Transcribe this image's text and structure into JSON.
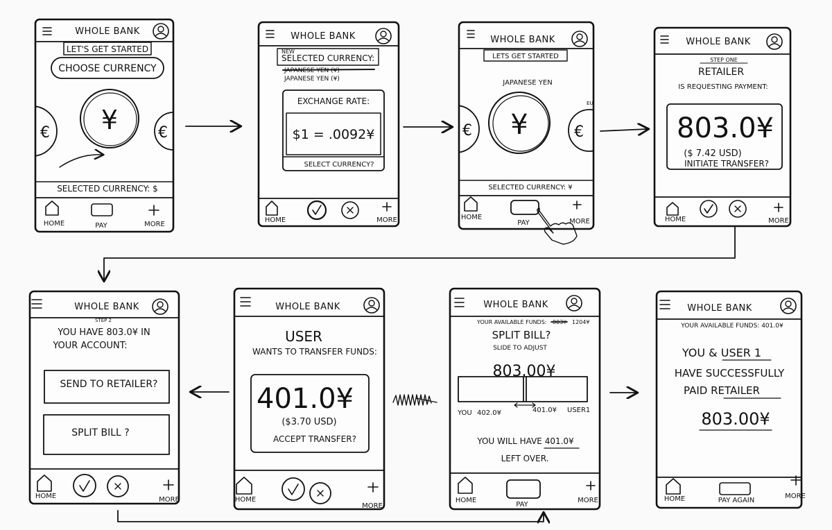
{
  "app_name": "WHOLE BANK",
  "icons": [
    "hamburger-icon",
    "avatar-icon",
    "home-icon",
    "pay-icon",
    "plus-icon",
    "check-icon",
    "x-icon",
    "coin-yen-icon",
    "coin-euro-icon",
    "hand-icon",
    "arrow-icon"
  ],
  "nav": {
    "home": "HOME",
    "pay": "PAY",
    "more": "MORE",
    "pay_again": "PAY AGAIN"
  },
  "screens": {
    "s1": {
      "banner": "LET'S GET STARTED",
      "choose_button": "CHOOSE CURRENCY",
      "selected_currency": "SELECTED CURRENCY: $"
    },
    "s2": {
      "new_note": "NEW",
      "selected_label": "SELECTED CURRENCY:",
      "struck_value": "JAPANESE YEN (¥)",
      "value": "JAPANESE YEN (¥)",
      "rate_title": "EXCHANGE RATE:",
      "rate_value": "$1 = .0092¥",
      "select_prompt": "SELECT CURRENCY?"
    },
    "s3": {
      "banner": "LETS GET STARTED",
      "currency_name": "JAPANESE YEN",
      "edge_label": "EU",
      "selected_currency": "SELECTED CURRENCY: ¥"
    },
    "s4": {
      "step": "STEP ONE",
      "title": "RETAILER",
      "subtitle": "IS REQUESTING PAYMENT:",
      "amount": "803.0¥",
      "usd": "($ 7.42 USD)",
      "prompt": "INITIATE TRANSFER?"
    },
    "s5": {
      "step": "STEP 2",
      "line1": "YOU HAVE 803.0¥ IN",
      "line2": "YOUR ACCOUNT:",
      "option1": "SEND TO RETAILER?",
      "option2": "SPLIT BILL ?"
    },
    "s6": {
      "title": "USER",
      "subtitle": "WANTS TO TRANSFER FUNDS:",
      "amount": "401.0¥",
      "usd": "($3.70 USD)",
      "prompt": "ACCEPT TRANSFER?"
    },
    "s7": {
      "funds_label": "YOUR AVAILABLE FUNDS:",
      "funds_struck": "803¥",
      "funds_value": "1204¥",
      "title": "SPLIT BILL?",
      "hint": "SLIDE TO ADJUST",
      "amount": "803.00¥",
      "left_label": "YOU",
      "left_value": "402.0¥",
      "right_value": "401.0¥",
      "right_label": "USER1",
      "leftover_line1": "YOU WILL HAVE 401.0¥",
      "leftover_line2": "LEFT OVER."
    },
    "s8": {
      "funds": "YOUR AVAILABLE FUNDS: 401.0¥",
      "line1": "YOU & USER 1",
      "line2": "HAVE SUCCESSFULLY",
      "line3": "PAID RETAILER",
      "amount": "803.00¥"
    }
  }
}
